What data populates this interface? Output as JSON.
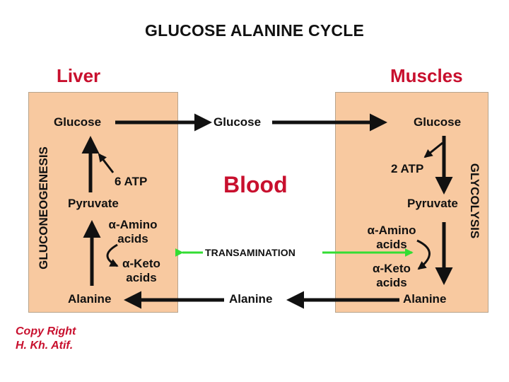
{
  "title": "GLUCOSE ALANINE CYCLE",
  "liver": {
    "heading": "Liver",
    "glucose": "Glucose",
    "atp": "6 ATP",
    "pyruvate": "Pyruvate",
    "amino_line1": "α-Amino",
    "amino_line2": "acids",
    "keto_line1": "α-Keto",
    "keto_line2": "acids",
    "alanine": "Alanine",
    "pathway": "GLUCONEOGENESIS"
  },
  "blood": {
    "label": "Blood",
    "glucose": "Glucose",
    "alanine": "Alanine",
    "transamination": "TRANSAMINATION"
  },
  "muscles": {
    "heading": "Muscles",
    "glucose": "Glucose",
    "atp": "2 ATP",
    "pyruvate": "Pyruvate",
    "amino_line1": "α-Amino",
    "amino_line2": "acids",
    "keto_line1": "α-Keto",
    "keto_line2": "acids",
    "alanine": "Alanine",
    "pathway": "GLYCOLYSIS"
  },
  "copyright": {
    "line1": "Copy Right",
    "line2": "H. Kh. Atif."
  },
  "colors": {
    "panel": "#f8c9a0",
    "red_text": "#c8102e",
    "arrow": "#111111",
    "transamination_arrow": "#33dd33"
  }
}
